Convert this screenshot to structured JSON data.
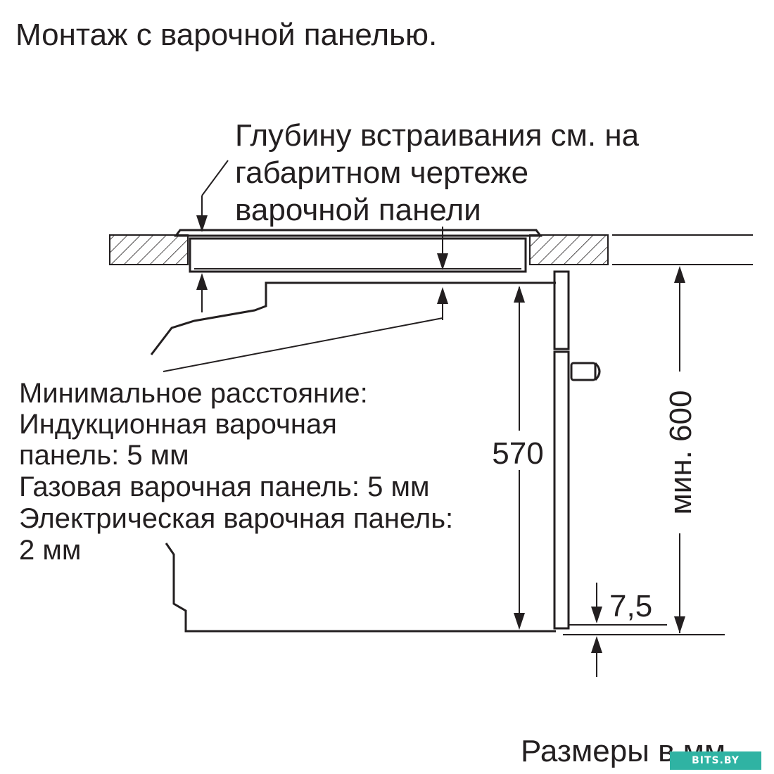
{
  "title": "Монтаж с варочной панелью.",
  "depth_note": [
    "Глубину встраивания см. на",
    "габаритном чертеже",
    "варочной панели"
  ],
  "min_distance": {
    "lines": [
      "Минимальное расстояние:",
      "Индукционная варочная",
      "панель: 5 мм",
      "Газовая варочная панель: 5 мм",
      "Электрическая варочная панель:",
      "2 мм"
    ]
  },
  "dimensions": {
    "cavity_height": "570",
    "niche_height": "мин. 600",
    "bottom_offset": "7,5"
  },
  "units_note": "Размеры в мм",
  "watermark": "BITS.BY"
}
